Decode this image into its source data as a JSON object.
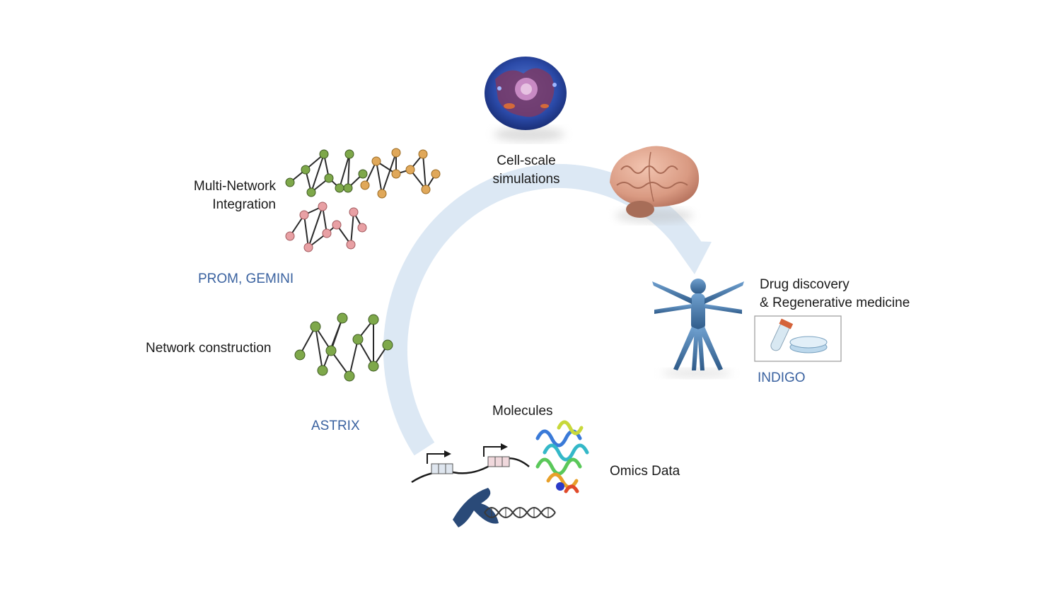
{
  "labels": {
    "cell_scale_line1": "Cell-scale",
    "cell_scale_line2": "simulations",
    "multi_network_line1": "Multi-Network",
    "multi_network_line2": "Integration",
    "prom_gemini": "PROM, GEMINI",
    "network_construction": "Network construction",
    "astrix": "ASTRIX",
    "molecules": "Molecules",
    "omics_data": "Omics Data",
    "drug_discovery_line1": "Drug discovery",
    "drug_discovery_line2": "& Regenerative medicine",
    "indigo": "INDIGO"
  },
  "colors": {
    "cycle_arrow": "#dce8f4",
    "network_green": "#7ea84a",
    "network_orange": "#e0a85a",
    "network_pink": "#d8888c",
    "network_edge": "#2a2a2a",
    "tool_text": "#3a62a0",
    "human_blue": "#3f6fa0",
    "brain_pink": "#e3a38c",
    "cell_blue": "#2a4a9a"
  },
  "icons": [
    "cell-icon",
    "brain-icon",
    "human-figure-icon",
    "test-tube-icon",
    "petri-dish-icon",
    "protein-icon",
    "chromosome-icon",
    "dna-helix-icon",
    "gene-strand-icon",
    "network-icon"
  ]
}
